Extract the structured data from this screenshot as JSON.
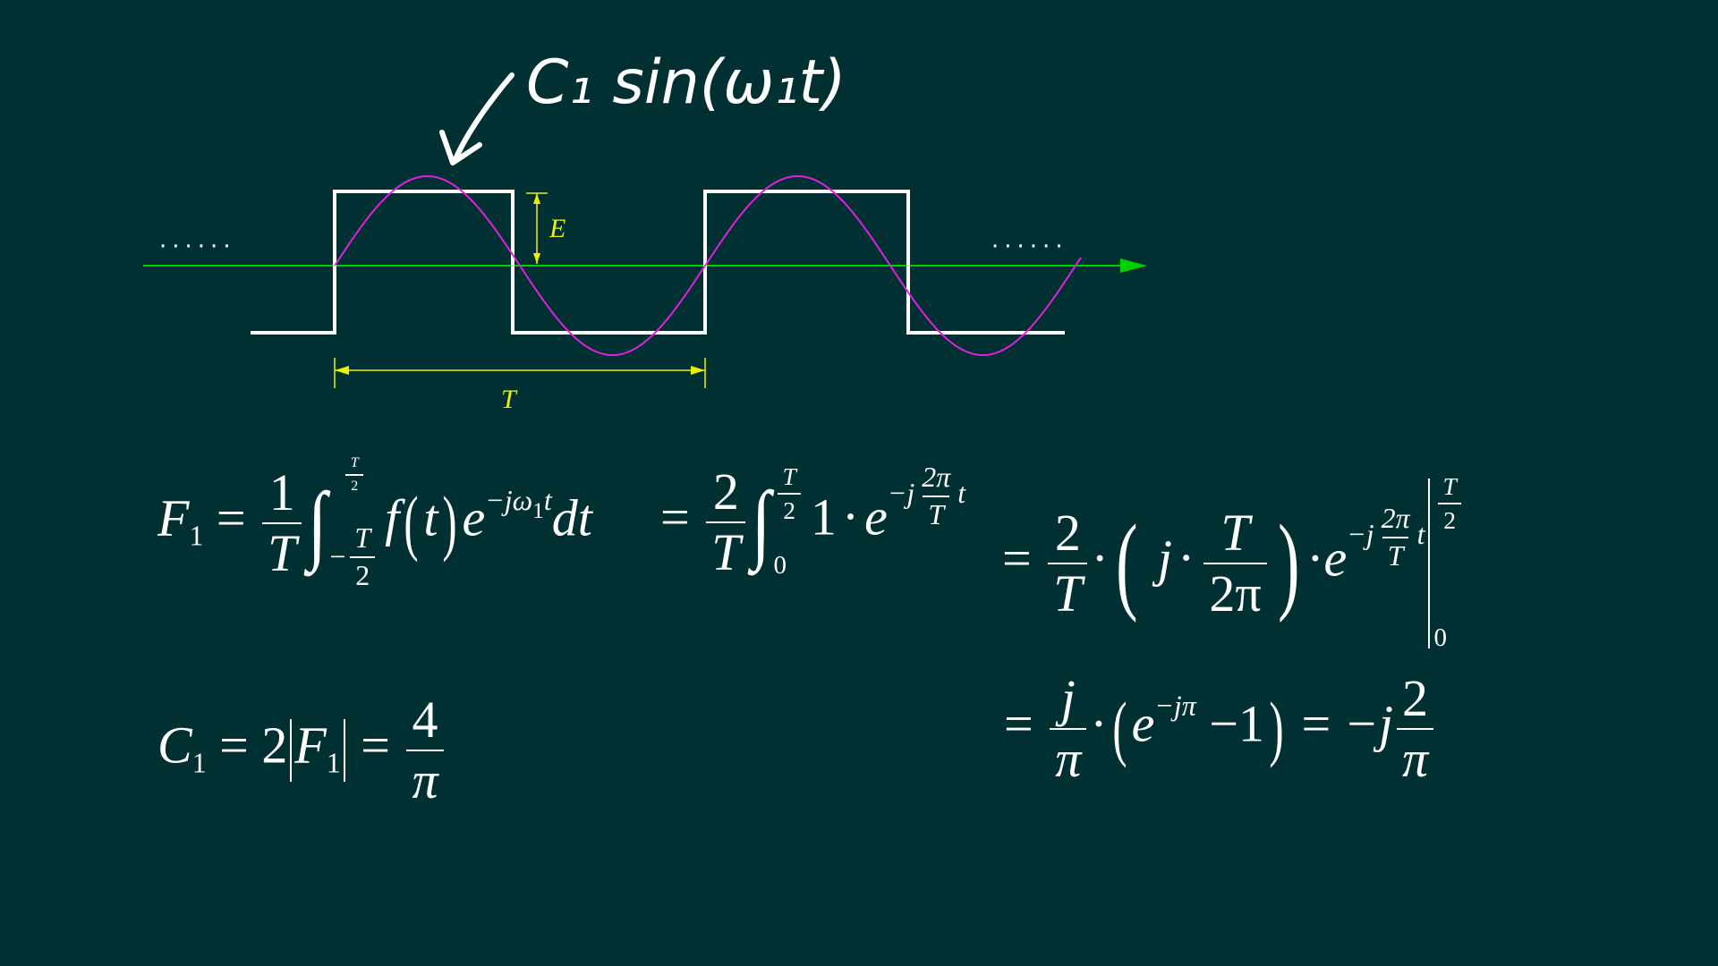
{
  "annotation": {
    "text": "C₁ sin(ω₁t)"
  },
  "labels": {
    "amplitude": "E",
    "period": "T",
    "dots_left": "······",
    "dots_right": "······"
  },
  "colors": {
    "background": "#003032",
    "square_wave": "#ffffff",
    "sine": "#e020e0",
    "axis": "#00d000",
    "dimension": "#f0f000",
    "annotation": "#ffffff"
  },
  "equations": {
    "eq1": {
      "lhs": "F",
      "lhs_sub": "1",
      "eq": "=",
      "frac_num": "1",
      "frac_den": "T",
      "upper_num": "T",
      "upper_den": "2",
      "lower_sign": "−",
      "lower_num": "T",
      "lower_den": "2",
      "integrand_f": "f",
      "integrand_t": "t",
      "exp_base": "e",
      "exp_power": "−jω",
      "exp_sub": "1",
      "exp_t": "t",
      "dt": "dt"
    },
    "eq2": {
      "eq": "=",
      "frac_num": "2",
      "frac_den": "T",
      "upper_num": "T",
      "upper_den": "2",
      "lower": "0",
      "one": "1",
      "dot": "·",
      "exp_base": "e",
      "exp_prefix": "−j",
      "exp_frac_num": "2π",
      "exp_frac_den": "T",
      "exp_t": "t"
    },
    "eq3": {
      "eq": "=",
      "frac_num": "2",
      "frac_den": "T",
      "dot1": "·",
      "j": "j",
      "dot2": "·",
      "inner_num": "T",
      "inner_den": "2π",
      "dot3": "·",
      "exp_base": "e",
      "exp_prefix": "−j",
      "exp_frac_num": "2π",
      "exp_frac_den": "T",
      "exp_t": "t",
      "eval_upper_num": "T",
      "eval_upper_den": "2",
      "eval_lower": "0"
    },
    "eq4": {
      "eq": "=",
      "frac_num": "j",
      "frac_den": "π",
      "dot": "·",
      "exp_base": "e",
      "exp_power": "−jπ",
      "minus_one": "−1",
      "eq2": "=",
      "neg_j": "−j",
      "res_num": "2",
      "res_den": "π"
    },
    "eq5": {
      "lhs": "C",
      "lhs_sub": "1",
      "eq1": "=",
      "two": "2",
      "abs_f": "F",
      "abs_sub": "1",
      "eq2": "=",
      "frac_num": "4",
      "frac_den": "π"
    }
  }
}
